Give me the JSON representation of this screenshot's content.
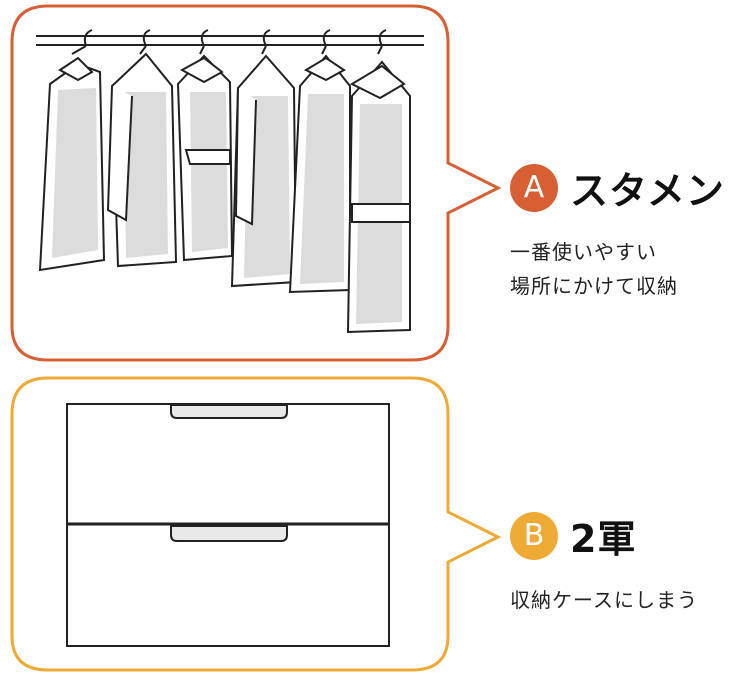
{
  "colors": {
    "section_a": "#D85F33",
    "section_b": "#EFAA35",
    "line": "#222222",
    "garment_shade": "#DCDCDC",
    "drawer_handle": "#E9E9E9"
  },
  "section_a": {
    "badge": "A",
    "title": "スタメン",
    "desc_line1": "一番使いやすい",
    "desc_line2": "場所にかけて収納"
  },
  "section_b": {
    "badge": "B",
    "title": "2軍",
    "desc_line1": "収納ケースにしまう"
  }
}
